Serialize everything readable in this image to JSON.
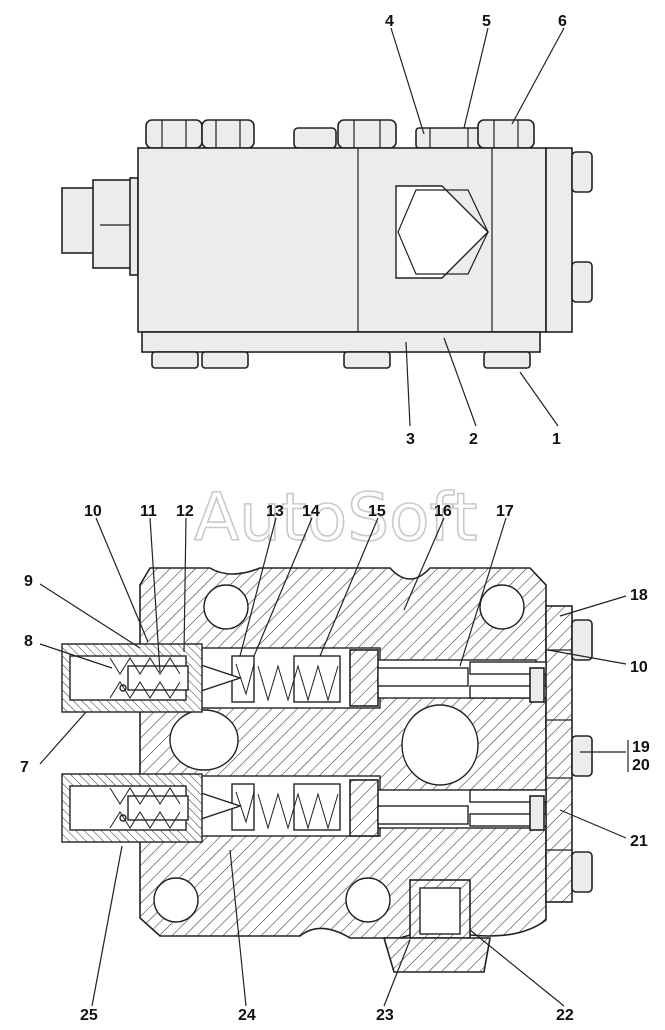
{
  "watermark": "AutoSoft",
  "callouts_top": [
    "1",
    "2",
    "3",
    "4",
    "5",
    "6"
  ],
  "callouts_section": [
    "7",
    "8",
    "9",
    "10",
    "11",
    "12",
    "13",
    "14",
    "15",
    "16",
    "17",
    "18",
    "10",
    "19",
    "20",
    "21",
    "22",
    "23",
    "24",
    "25"
  ]
}
